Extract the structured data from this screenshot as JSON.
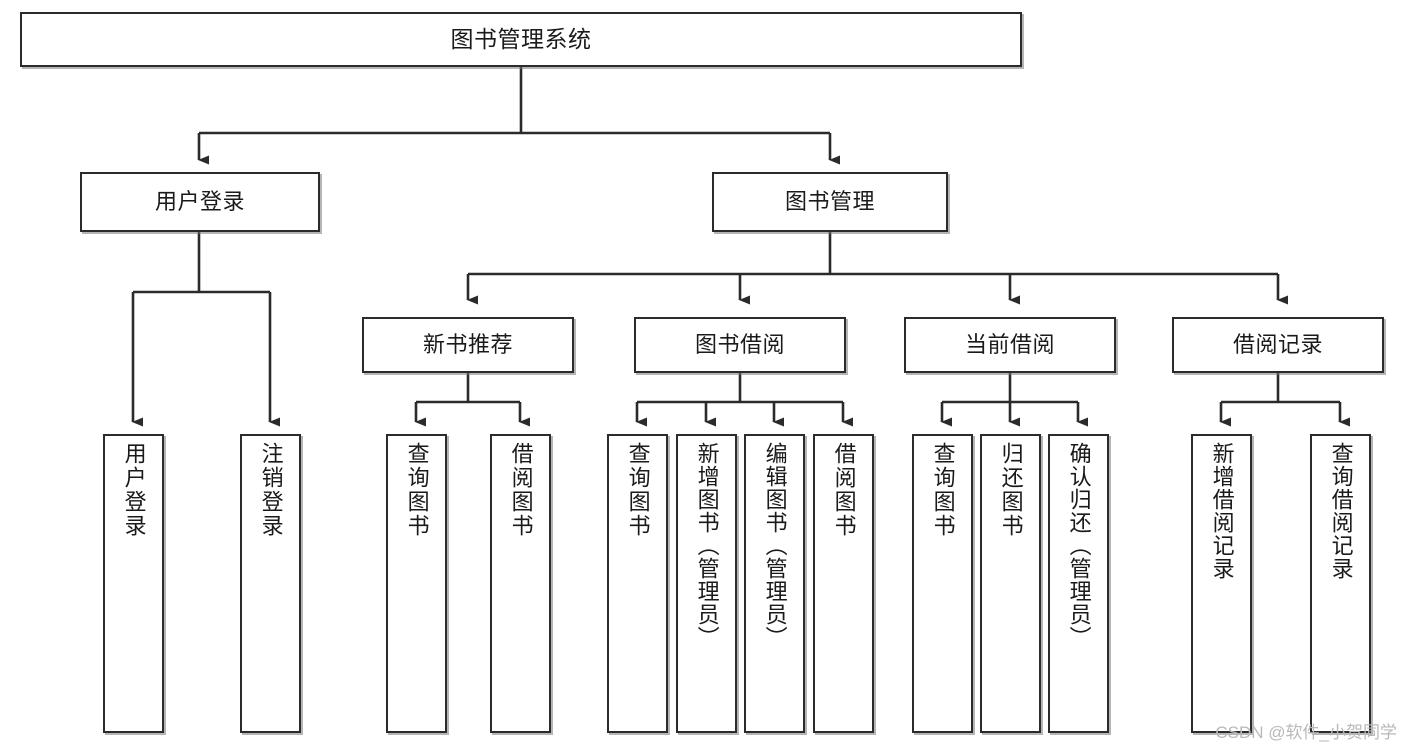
{
  "diagram": {
    "title": "图书管理系统",
    "type": "function-structure-tree",
    "watermark": "CSDN @软件_小贺同学",
    "colors": {
      "box_border": "#2b2b2b",
      "box_fill": "#ffffff",
      "edge": "#2b2b2b",
      "text": "#1a1a1a",
      "watermark": "#b9b9b9"
    },
    "nodes": {
      "root": {
        "label": "图书管理系统"
      },
      "level1": [
        {
          "id": "user-login",
          "label": "用户登录"
        },
        {
          "id": "book-manage",
          "label": "图书管理"
        }
      ],
      "level2": [
        {
          "id": "new-book-recommend",
          "label": "新书推荐"
        },
        {
          "id": "book-borrow",
          "label": "图书借阅"
        },
        {
          "id": "current-borrow",
          "label": "当前借阅"
        },
        {
          "id": "borrow-record",
          "label": "借阅记录"
        }
      ],
      "leaves": {
        "user_login": [
          {
            "id": "leaf-user-login",
            "label": "用户登录"
          },
          {
            "id": "leaf-logout-login",
            "label": "注销登录"
          }
        ],
        "new_book_recommend": [
          {
            "id": "leaf-query-book-1",
            "label": "查询图书"
          },
          {
            "id": "leaf-borrow-book-1",
            "label": "借阅图书"
          }
        ],
        "book_borrow": [
          {
            "id": "leaf-query-book-2",
            "label": "查询图书"
          },
          {
            "id": "leaf-add-book",
            "label": "新增图书（管理员）"
          },
          {
            "id": "leaf-edit-book",
            "label": "编辑图书（管理员）"
          },
          {
            "id": "leaf-borrow-book-2",
            "label": "借阅图书"
          }
        ],
        "current_borrow": [
          {
            "id": "leaf-query-book-3",
            "label": "查询图书"
          },
          {
            "id": "leaf-return-book",
            "label": "归还图书"
          },
          {
            "id": "leaf-confirm-return",
            "label": "确认归还（管理员）"
          }
        ],
        "borrow_record": [
          {
            "id": "leaf-add-borrow-record",
            "label": "新增借阅记录"
          },
          {
            "id": "leaf-query-borrow-record",
            "label": "查询借阅记录"
          }
        ]
      }
    }
  }
}
